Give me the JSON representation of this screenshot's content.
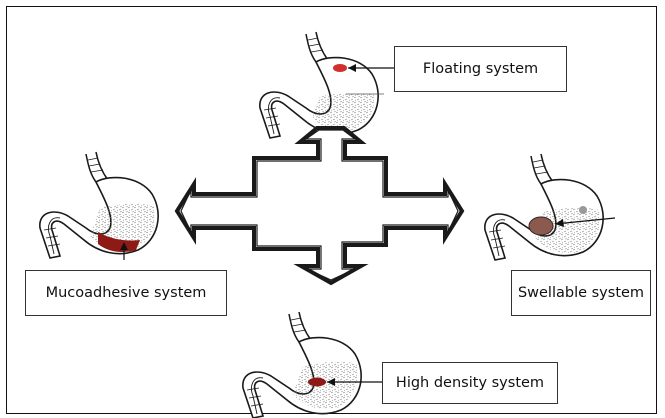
{
  "labels": {
    "floating": "Floating system",
    "mucoadhesive": "Mucoadhesive system",
    "swellable": "Swellable system",
    "high_density": "High density system"
  },
  "colors": {
    "outline": "#1a1a1a",
    "tablet_red": "#d0312d",
    "tablet_darkred": "#8e1a16",
    "tablet_brown": "#8a5a4e"
  }
}
